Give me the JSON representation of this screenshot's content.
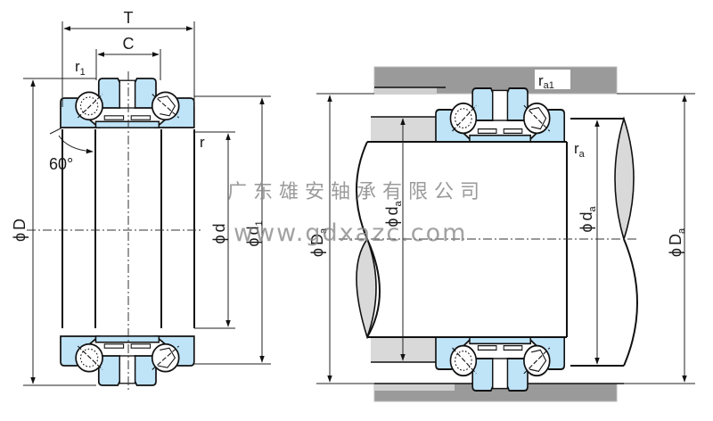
{
  "figure": {
    "title": "Double-direction angular contact thrust ball bearing — dimensions and mounting",
    "colors": {
      "bearing_fill": "#bfe3f7",
      "housing_dark": "#9a9a9a",
      "housing_light": "#d9d9d9",
      "shaft_section": "#dcdcdc",
      "line": "#1a1a1a",
      "watermark": "#8a8a8a"
    }
  },
  "left_view": {
    "labels": {
      "T": "T",
      "C": "C",
      "r1_base": "r",
      "r1_sub": "1",
      "r": "r",
      "angle": "60°",
      "phiD_phi": "ϕ",
      "phiD_main": "D",
      "phid_phi": "ϕ",
      "phid_main": "d",
      "phid1_phi": "ϕ",
      "phid1_main": "d",
      "phid1_sub": "1"
    }
  },
  "right_view": {
    "labels": {
      "ra1_base": "r",
      "ra1_sub": "a1",
      "ra_base": "r",
      "ra_sub": "a",
      "phiDa_left_phi": "ϕ",
      "phiDa_left_main": "D",
      "phiDa_left_sub": "a",
      "phida_left_phi": "ϕ",
      "phida_left_main": "d",
      "phida_left_sub": "a",
      "phida_right_phi": "ϕ",
      "phida_right_main": "d",
      "phida_right_sub": "a",
      "phiDa_right_phi": "ϕ",
      "phiDa_right_main": "D",
      "phiDa_right_sub": "a"
    }
  },
  "watermark": {
    "company": "广东雄安轴承有限公司",
    "website": "www.gdxazc.com"
  }
}
